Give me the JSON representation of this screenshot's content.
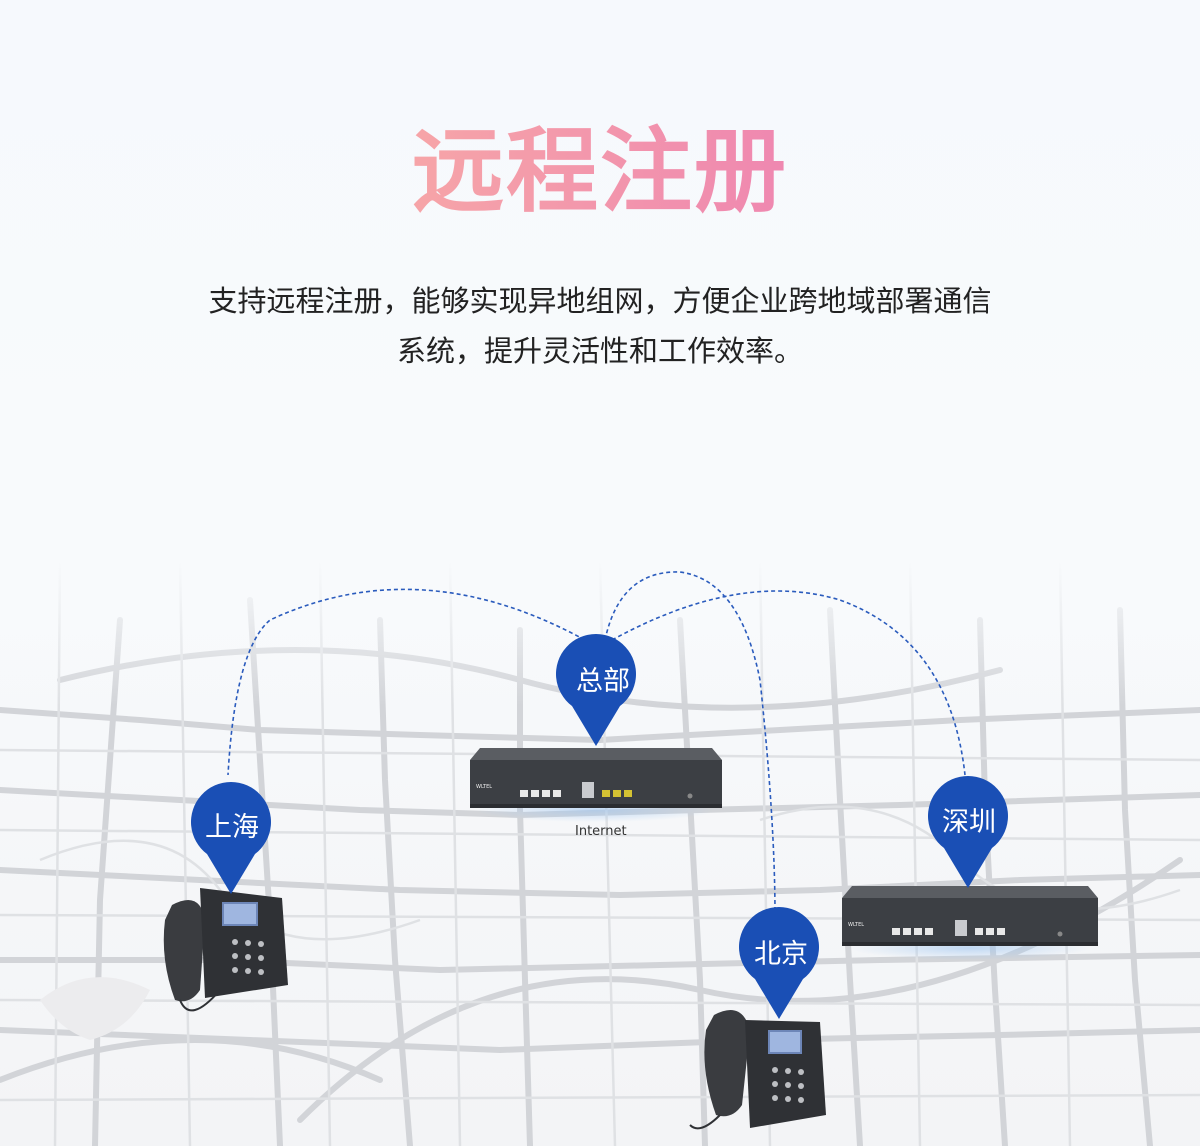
{
  "header": {
    "title": "远程注册",
    "description_line1": "支持远程注册，能够实现异地组网，方便企业跨地域部署通信",
    "description_line2": "系统，提升灵活性和工作效率。"
  },
  "network": {
    "hq_label": "总部",
    "shanghai_label": "上海",
    "shenzhen_label": "深圳",
    "beijing_label": "北京",
    "internet_label": "Internet",
    "brand_label": "WLTEL",
    "pin_color": "#1a4fb5",
    "link_color": "#2a5bbd"
  }
}
